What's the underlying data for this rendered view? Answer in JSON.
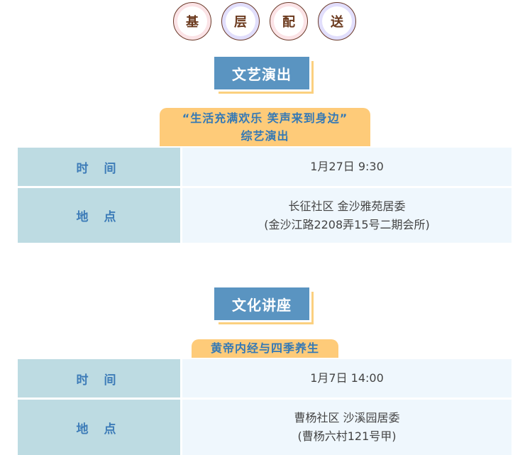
{
  "header_chars": [
    "基",
    "层",
    "配",
    "送"
  ],
  "sections": [
    {
      "title": "文艺演出",
      "event_line1": "“生活充满欢乐 笑声来到身边”",
      "event_line2": "综艺演出",
      "time_label": "时 间",
      "time_value": "1月27日 9:30",
      "place_label": "地 点",
      "place_line1": "长征社区 金沙雅苑居委",
      "place_line2": "(金沙江路2208弄15号二期会所)"
    },
    {
      "title": "文化讲座",
      "event_line1": "黄帝内经与四季养生",
      "time_label": "时 间",
      "time_value": "1月7日 14:00",
      "place_label": "地 点",
      "place_line1": "曹杨社区 沙溪园居委",
      "place_line2": "(曹杨六村121号甲)"
    }
  ]
}
